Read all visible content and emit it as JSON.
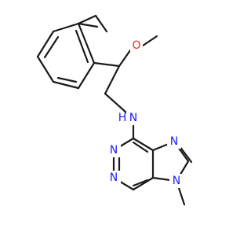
{
  "colors": {
    "background": "#ffffff",
    "bond": "#1a1a1a",
    "nitrogen": "#2020ff",
    "oxygen": "#ff2020"
  },
  "atoms": {
    "oxygen_label": "O",
    "amine_label": "N",
    "amine_h_label": "H",
    "n1_label": "N",
    "n3_label": "N",
    "n7_label": "N",
    "n9_label": "N"
  }
}
